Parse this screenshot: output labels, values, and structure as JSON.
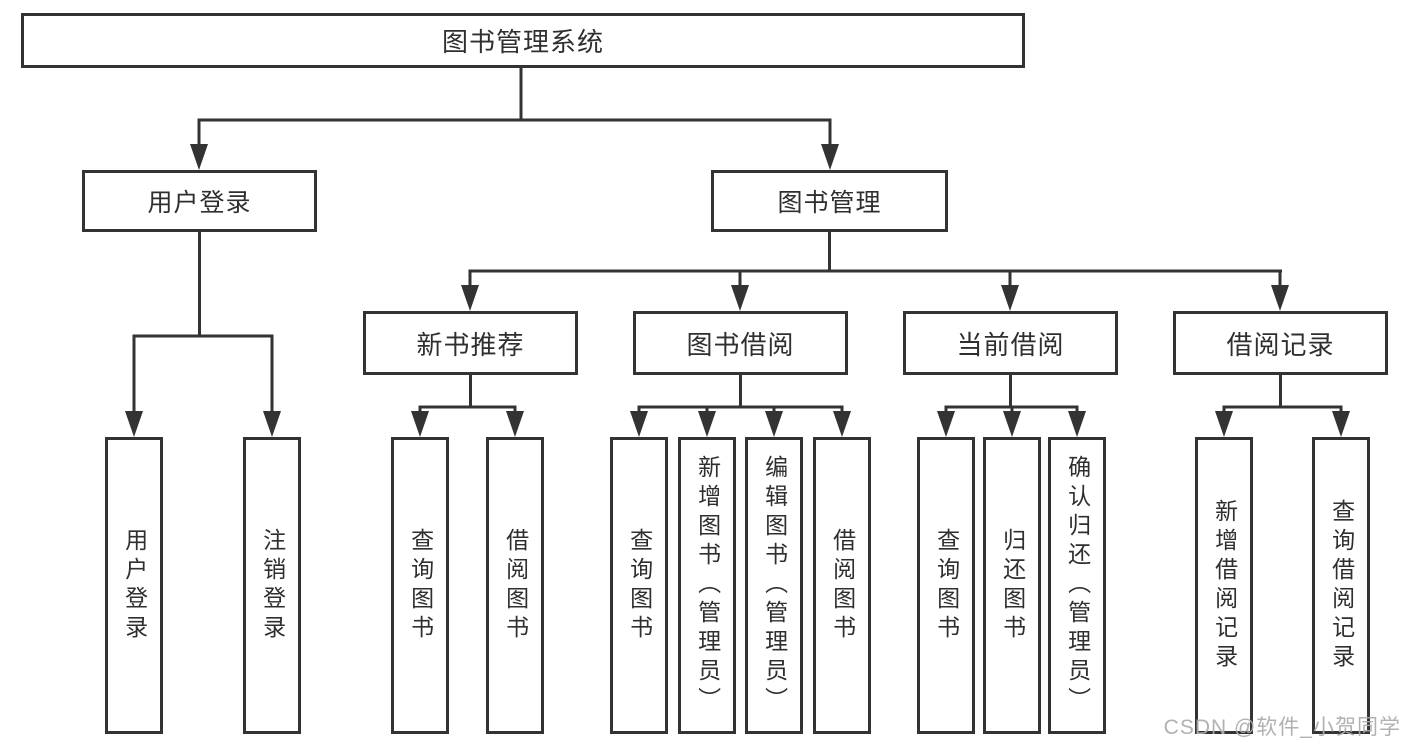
{
  "diagram": {
    "root": {
      "label": "图书管理系统"
    },
    "level2": [
      {
        "label": "用户登录"
      },
      {
        "label": "图书管理"
      }
    ],
    "level3": [
      {
        "label": "新书推荐"
      },
      {
        "label": "图书借阅"
      },
      {
        "label": "当前借阅"
      },
      {
        "label": "借阅记录"
      }
    ],
    "leaves": [
      {
        "label": "用户登录"
      },
      {
        "label": "注销登录"
      },
      {
        "label": "查询图书"
      },
      {
        "label": "借阅图书"
      },
      {
        "label": "查询图书"
      },
      {
        "label": "新增图书（管理员）"
      },
      {
        "label": "编辑图书（管理员）"
      },
      {
        "label": "借阅图书"
      },
      {
        "label": "查询图书"
      },
      {
        "label": "归还图书"
      },
      {
        "label": "确认归还（管理员）"
      },
      {
        "label": "新增借阅记录"
      },
      {
        "label": "查询借阅记录"
      }
    ],
    "colors": {
      "line": "#333333",
      "text": "#2f2f2f",
      "watermark": "#adadad",
      "background": "#ffffff"
    }
  },
  "watermark": {
    "text": "CSDN @软件_小贺同学"
  }
}
